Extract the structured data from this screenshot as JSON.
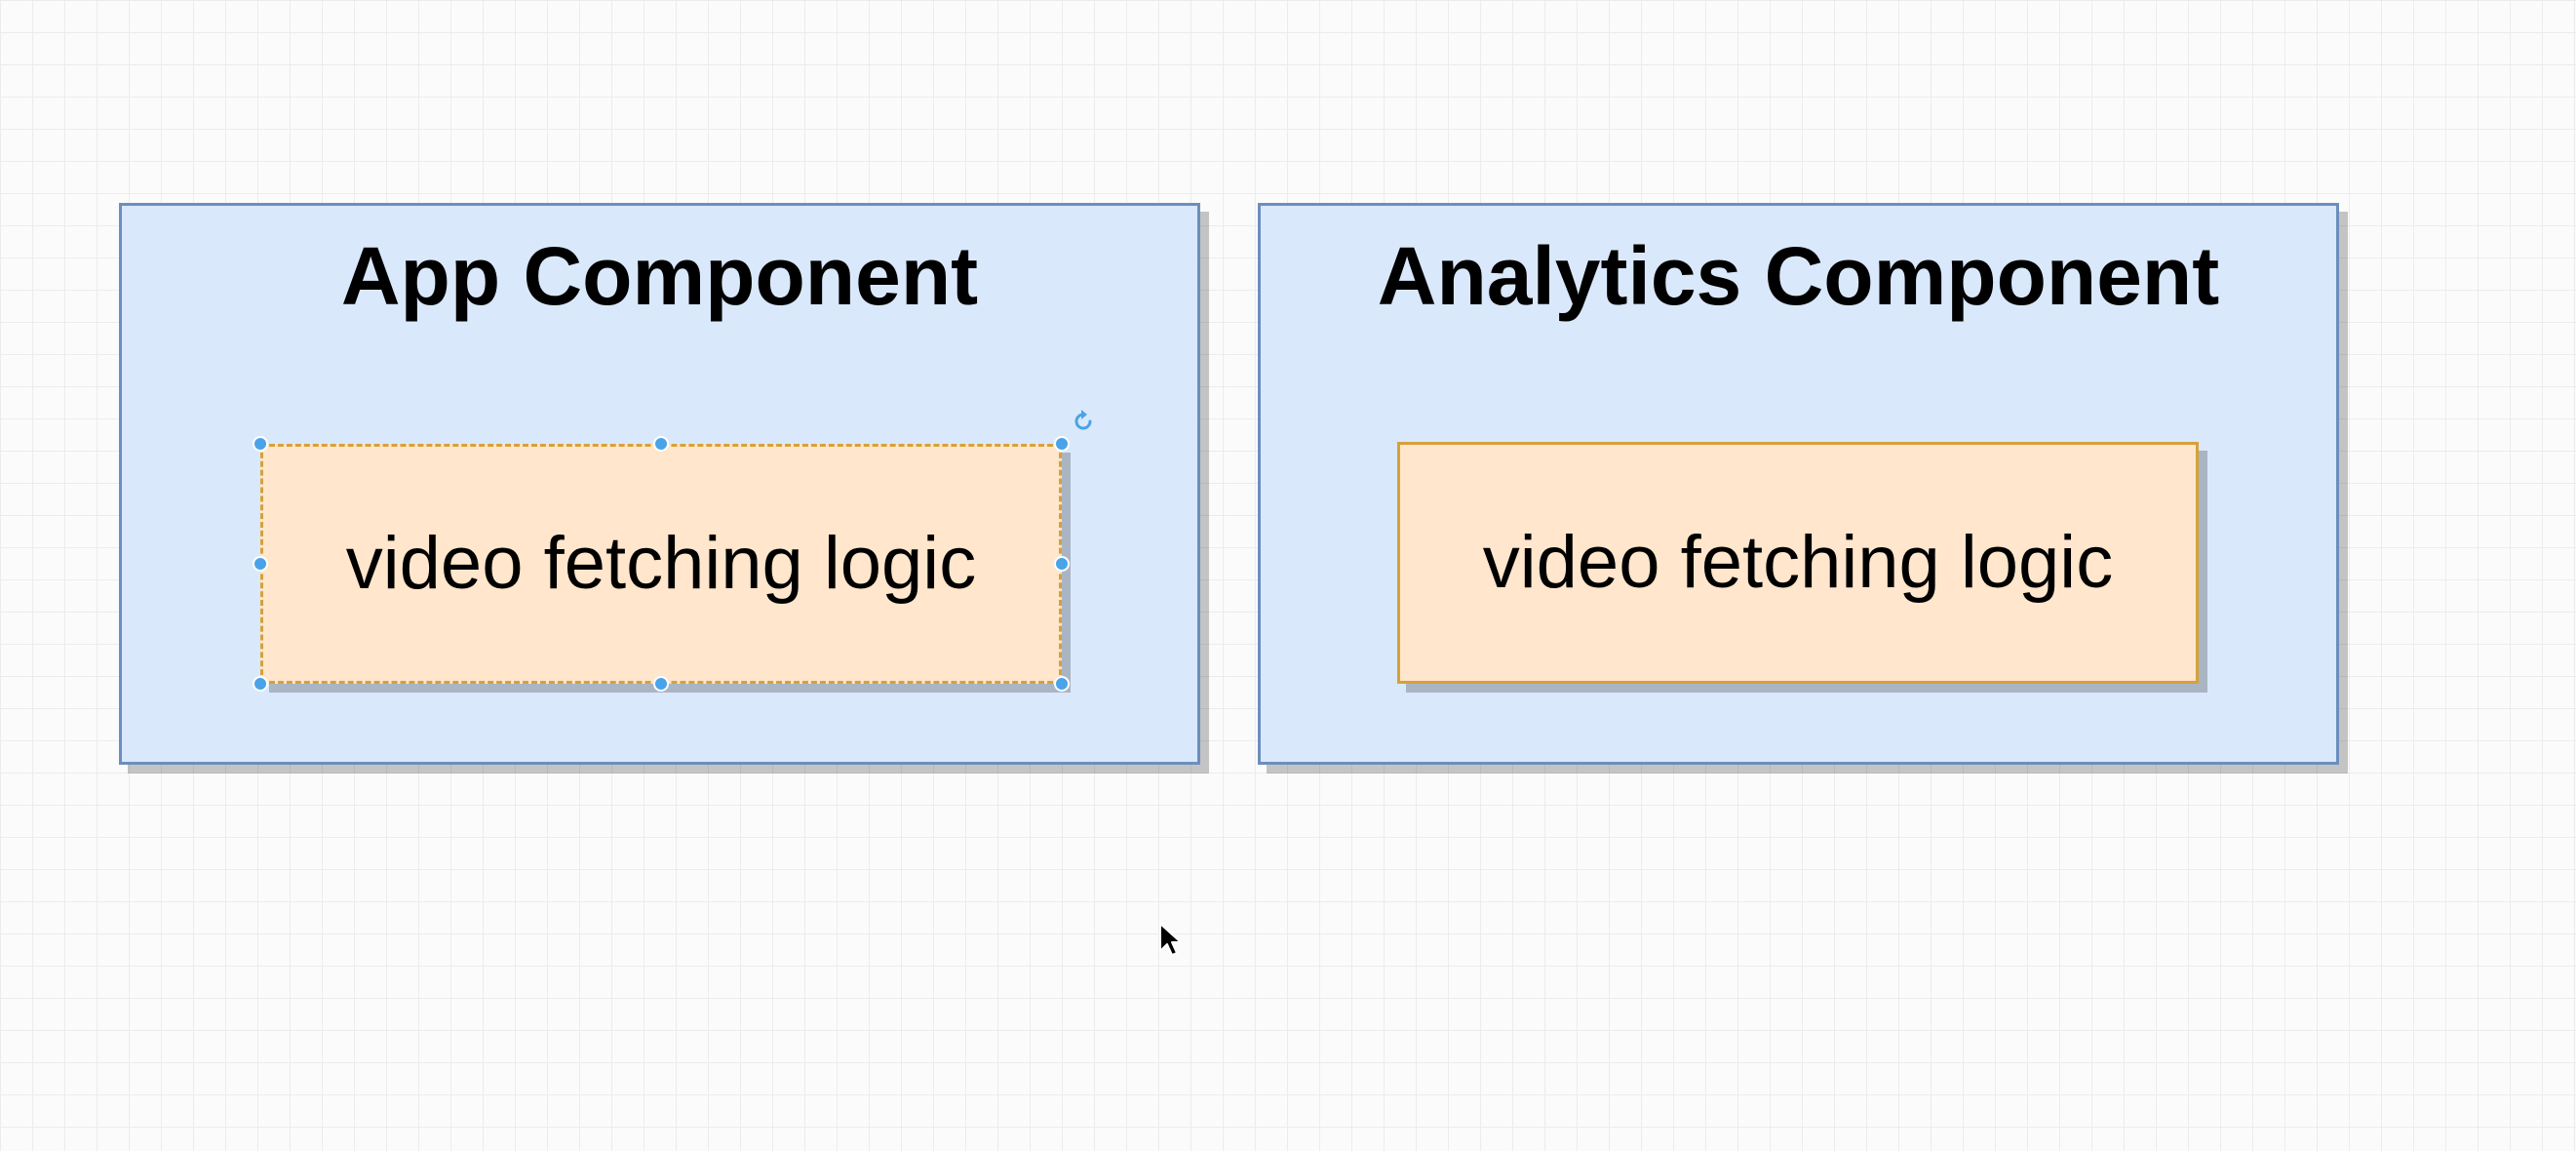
{
  "diagram": {
    "containers": [
      {
        "id": "app",
        "title": "App Component",
        "fill": "#dae8fc",
        "stroke": "#6c8ebf",
        "child": {
          "label": "video fetching logic",
          "fill": "#ffe6cc",
          "stroke": "#d6a13a",
          "selected": true
        }
      },
      {
        "id": "analytics",
        "title": "Analytics Component",
        "fill": "#dae8fc",
        "stroke": "#6c8ebf",
        "child": {
          "label": "video fetching logic",
          "fill": "#ffe6cc",
          "stroke": "#d6a13a",
          "selected": false
        }
      }
    ],
    "selection_color": "#4aa3e8",
    "icons": {
      "rotate": "rotate-icon",
      "cursor": "mouse-pointer-icon"
    }
  }
}
